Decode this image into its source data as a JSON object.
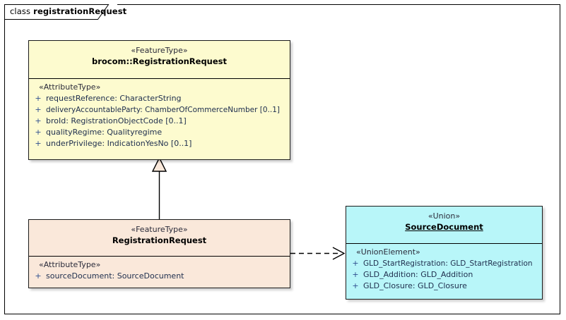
{
  "diagram": {
    "frame_keyword": "class",
    "frame_title": "registrationRequest",
    "background_color": "#ffffff",
    "border_color": "#000000"
  },
  "classes": {
    "brocom_registration_request": {
      "stereotype": "«FeatureType»",
      "name": "brocom::RegistrationRequest",
      "fill_color": "#fdfbcf",
      "compartment_stereotype": "«AttributeType»",
      "attributes": [
        {
          "visibility": "+",
          "text": "requestReference: CharacterString"
        },
        {
          "visibility": "+",
          "text": "deliveryAccountableParty: ChamberOfCommerceNumber [0..1]"
        },
        {
          "visibility": "+",
          "text": "broId: RegistrationObjectCode [0..1]"
        },
        {
          "visibility": "+",
          "text": "qualityRegime: Qualityregime"
        },
        {
          "visibility": "+",
          "text": "underPrivilege: IndicationYesNo [0..1]"
        }
      ]
    },
    "registration_request": {
      "stereotype": "«FeatureType»",
      "name": "RegistrationRequest",
      "fill_color": "#fae8da",
      "compartment_stereotype": "«AttributeType»",
      "attributes": [
        {
          "visibility": "+",
          "text": "sourceDocument: SourceDocument"
        }
      ]
    },
    "source_document": {
      "stereotype": "«Union»",
      "name": "SourceDocument",
      "fill_color": "#b8f6f9",
      "compartment_stereotype": "«UnionElement»",
      "attributes": [
        {
          "visibility": "+",
          "text": "GLD_StartRegistration: GLD_StartRegistration"
        },
        {
          "visibility": "+",
          "text": "GLD_Addition: GLD_Addition"
        },
        {
          "visibility": "+",
          "text": "GLD_Closure: GLD_Closure"
        }
      ]
    }
  },
  "connectors": {
    "generalization": {
      "type": "generalization",
      "from": "RegistrationRequest",
      "to": "brocom::RegistrationRequest",
      "arrow_fill": "#fae8da",
      "line_color": "#000000"
    },
    "dependency": {
      "type": "dependency",
      "from": "RegistrationRequest",
      "to": "SourceDocument",
      "line_style": "dashed",
      "line_color": "#000000"
    }
  }
}
